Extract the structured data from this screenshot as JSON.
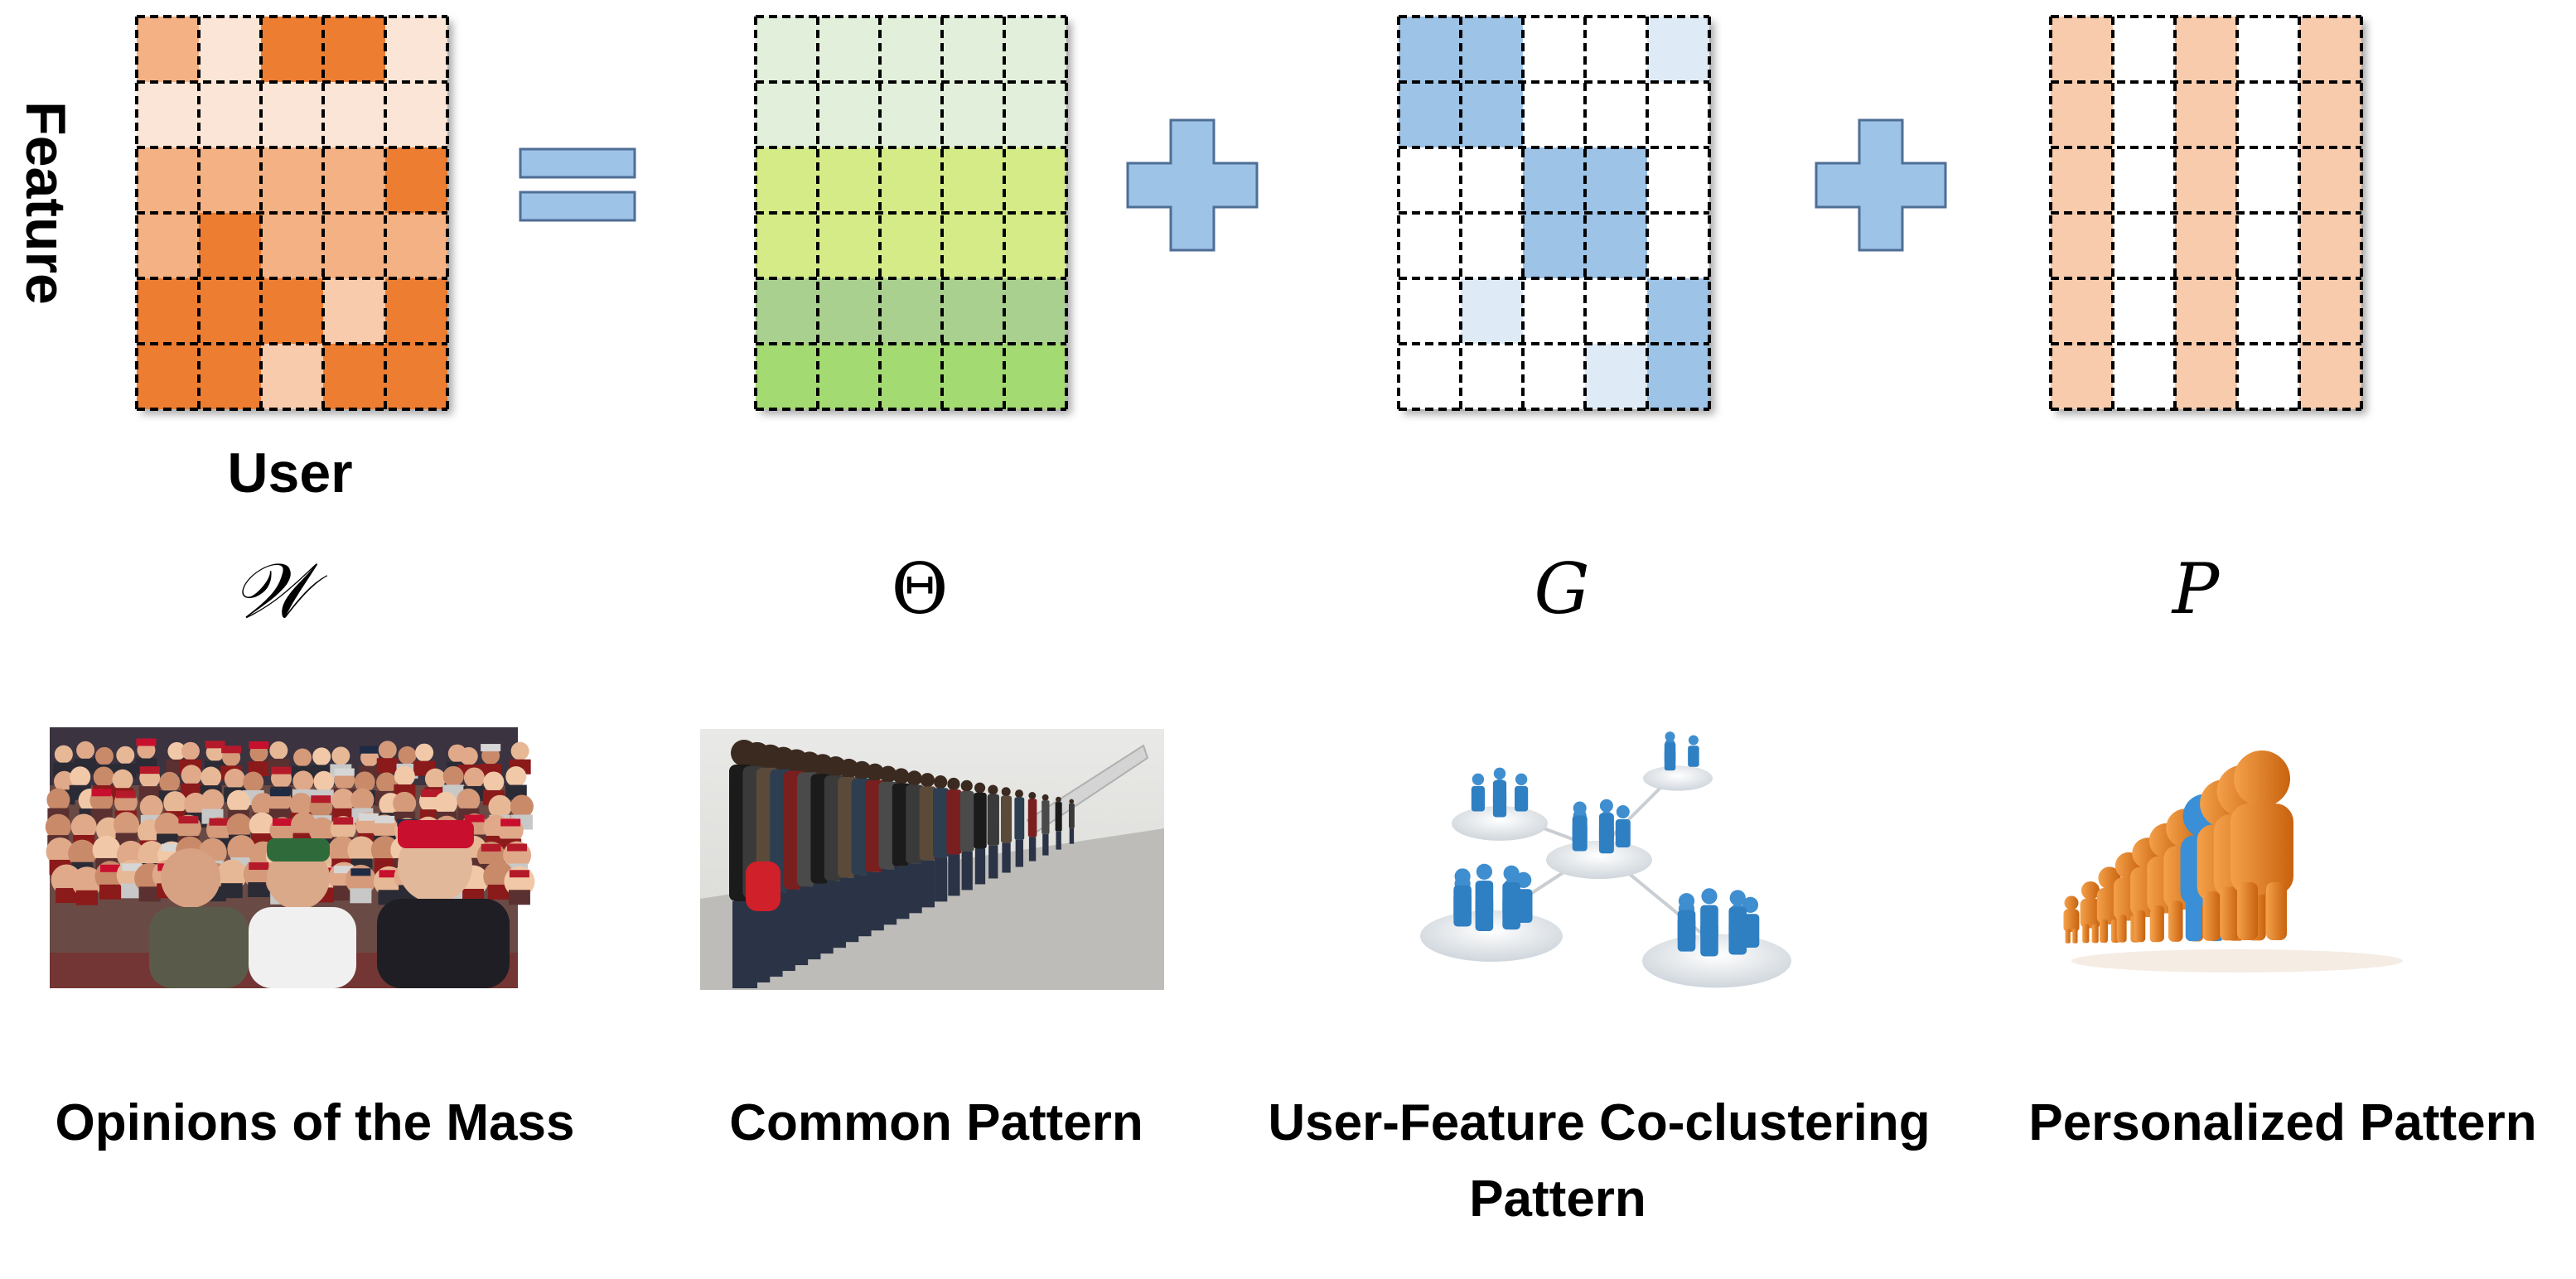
{
  "axes": {
    "y_label": "Feature",
    "x_label": "User"
  },
  "matrices": [
    {
      "id": "W",
      "symbol": "𝒲",
      "caption": "Opinions of the Mass",
      "colors": [
        [
          "#F4B183",
          "#FBE5D6",
          "#ED7D31",
          "#ED7D31",
          "#FBE5D6"
        ],
        [
          "#FBE5D6",
          "#FBE5D6",
          "#FBE5D6",
          "#FBE5D6",
          "#FBE5D6"
        ],
        [
          "#F4B183",
          "#F4B183",
          "#F4B183",
          "#F4B183",
          "#ED7D31"
        ],
        [
          "#F4B183",
          "#ED7D31",
          "#F4B183",
          "#F4B183",
          "#F4B183"
        ],
        [
          "#ED7D31",
          "#ED7D31",
          "#ED7D31",
          "#F8CBAD",
          "#ED7D31"
        ],
        [
          "#ED7D31",
          "#ED7D31",
          "#F8CBAD",
          "#ED7D31",
          "#ED7D31"
        ]
      ]
    },
    {
      "id": "Theta",
      "symbol": "Θ",
      "caption": "Common Pattern",
      "colors": [
        [
          "#E2EFDA",
          "#E2EFDA",
          "#E2EFDA",
          "#E2EFDA",
          "#E2EFDA"
        ],
        [
          "#E2EFDA",
          "#E2EFDA",
          "#E2EFDA",
          "#E2EFDA",
          "#E2EFDA"
        ],
        [
          "#D5EB88",
          "#D5EB88",
          "#D5EB88",
          "#D5EB88",
          "#D5EB88"
        ],
        [
          "#D5EB88",
          "#D5EB88",
          "#D5EB88",
          "#D5EB88",
          "#D5EB88"
        ],
        [
          "#A9D08E",
          "#A9D08E",
          "#A9D08E",
          "#A9D08E",
          "#A9D08E"
        ],
        [
          "#A3DA72",
          "#A3DA72",
          "#A3DA72",
          "#A3DA72",
          "#A3DA72"
        ]
      ]
    },
    {
      "id": "G",
      "symbol": "G",
      "caption_lines": [
        "User-Feature Co-clustering",
        "Pattern"
      ],
      "colors": [
        [
          "#9DC3E6",
          "#9DC3E6",
          "#FFFFFF",
          "#FFFFFF",
          "#DEEBF7"
        ],
        [
          "#9DC3E6",
          "#9DC3E6",
          "#FFFFFF",
          "#FFFFFF",
          "#FFFFFF"
        ],
        [
          "#FFFFFF",
          "#FFFFFF",
          "#9DC3E6",
          "#9DC3E6",
          "#FFFFFF"
        ],
        [
          "#FFFFFF",
          "#FFFFFF",
          "#9DC3E6",
          "#9DC3E6",
          "#FFFFFF"
        ],
        [
          "#FFFFFF",
          "#DEEBF7",
          "#FFFFFF",
          "#FFFFFF",
          "#9DC3E6"
        ],
        [
          "#FFFFFF",
          "#FFFFFF",
          "#FFFFFF",
          "#DEEBF7",
          "#9DC3E6"
        ]
      ]
    },
    {
      "id": "P",
      "symbol": "P",
      "caption": "Personalized Pattern",
      "colors": [
        [
          "#F8CBAD",
          "#FFFFFF",
          "#F8CBAD",
          "#FFFFFF",
          "#F8CBAD"
        ],
        [
          "#F8CBAD",
          "#FFFFFF",
          "#F8CBAD",
          "#FFFFFF",
          "#F8CBAD"
        ],
        [
          "#F8CBAD",
          "#FFFFFF",
          "#F8CBAD",
          "#FFFFFF",
          "#F8CBAD"
        ],
        [
          "#F8CBAD",
          "#FFFFFF",
          "#F8CBAD",
          "#FFFFFF",
          "#F8CBAD"
        ],
        [
          "#F8CBAD",
          "#FFFFFF",
          "#F8CBAD",
          "#FFFFFF",
          "#F8CBAD"
        ],
        [
          "#F8CBAD",
          "#FFFFFF",
          "#F8CBAD",
          "#FFFFFF",
          "#F8CBAD"
        ]
      ]
    }
  ],
  "operators": [
    {
      "name": "equals-sign",
      "color": "#9DC3E6"
    },
    {
      "name": "plus-sign",
      "color": "#9DC3E6"
    },
    {
      "name": "plus-sign",
      "color": "#9DC3E6"
    }
  ],
  "pictures": [
    {
      "name": "crowd-photo",
      "icon": "crowd-icon"
    },
    {
      "name": "queue-photo",
      "icon": "queue-icon"
    },
    {
      "name": "network-clusters-image",
      "icon": "people-network-icon"
    },
    {
      "name": "individual-figure-image",
      "icon": "person-standout-icon"
    }
  ]
}
